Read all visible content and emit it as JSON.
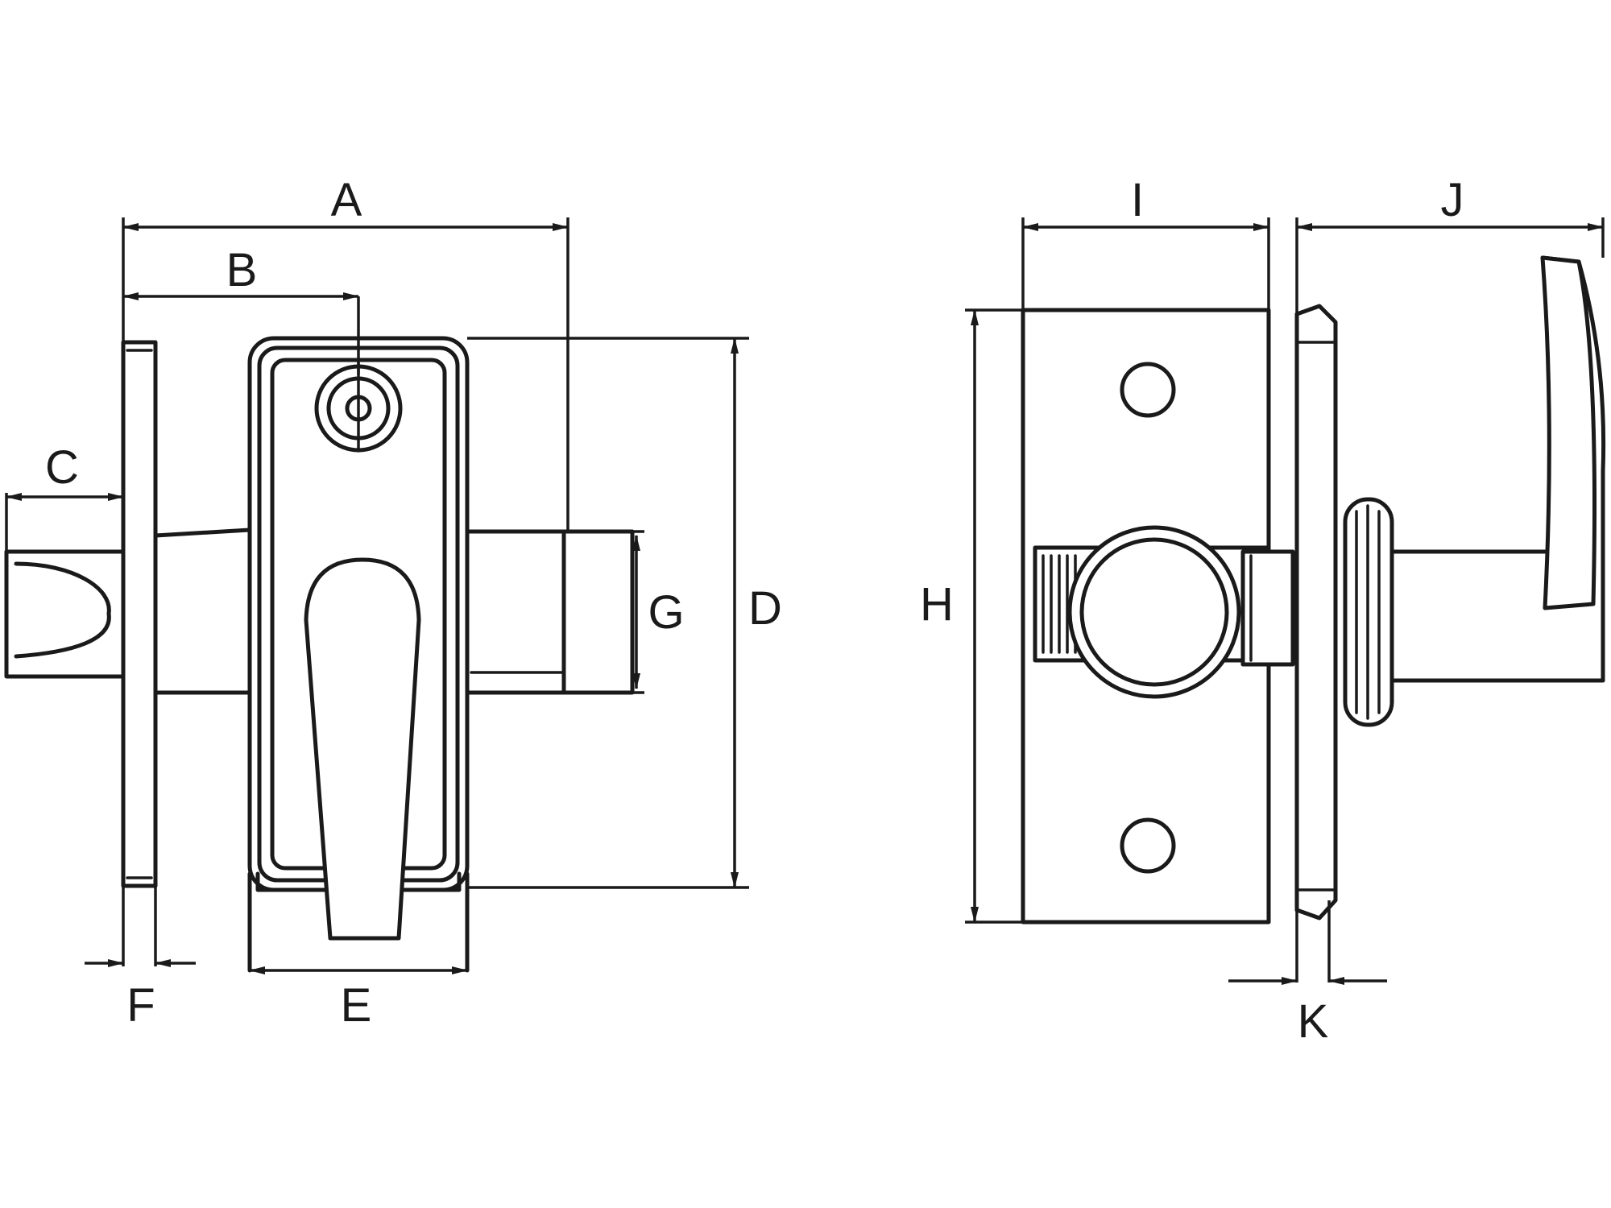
{
  "diagram": {
    "labels": {
      "A": "A",
      "B": "B",
      "C": "C",
      "D": "D",
      "E": "E",
      "F": "F",
      "G": "G",
      "H": "H",
      "I": "I",
      "J": "J",
      "K": "K"
    },
    "line_color": "#1a1a1a",
    "background_color": "#ffffff"
  }
}
